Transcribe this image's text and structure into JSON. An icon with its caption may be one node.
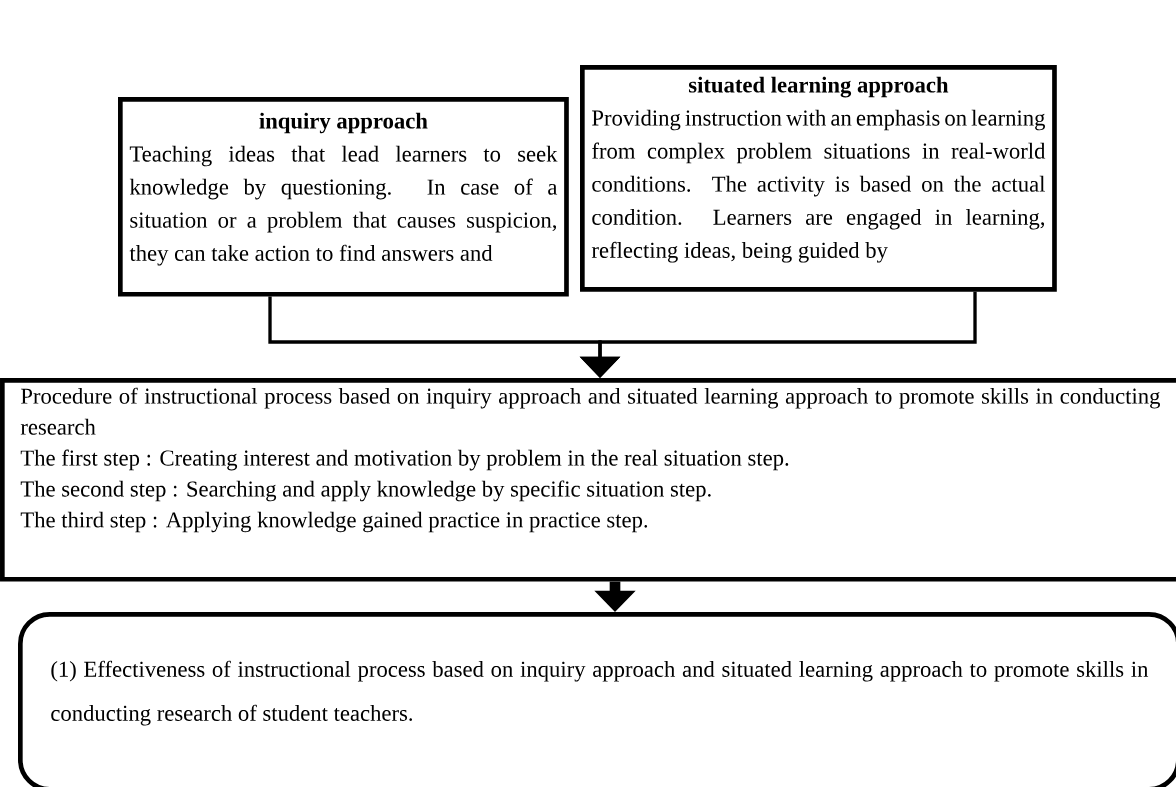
{
  "diagram": {
    "nodes": [
      {
        "text": [
          "inquiry approach",
          "Teaching ideas that lead learners to seek knowledge by questioning.  In case of a situation or a problem that causes suspicion, they can take action to find answers and"
        ]
      },
      {
        "text": [
          "situated learning approach",
          "Providing instruction with an emphasis on learning from complex problem situations in real-world conditions. The activity is based on the actual condition. Learners are engaged in learning, reflecting ideas, being guided by"
        ]
      },
      {
        "text": [
          "Procedure of instructional process based on inquiry approach and situated learning approach to promote skills in conducting research",
          "The first step     : Creating interest and motivation by problem in the real situation step.",
          "The second step : Searching and apply knowledge by specific situation step.",
          "The third step     : Applying knowledge gained practice in practice step."
        ]
      },
      {
        "text": [
          "(1) Effectiveness of instructional process based on inquiry approach and situated learning approach to promote skills in conducting research of student teachers."
        ]
      }
    ],
    "edges": [
      {
        "from": 0,
        "to": 2,
        "arrow": "to"
      },
      {
        "from": 1,
        "to": 2,
        "arrow": "to"
      },
      {
        "from": 2,
        "to": 3,
        "arrow": "to",
        "style": "thick"
      }
    ]
  }
}
